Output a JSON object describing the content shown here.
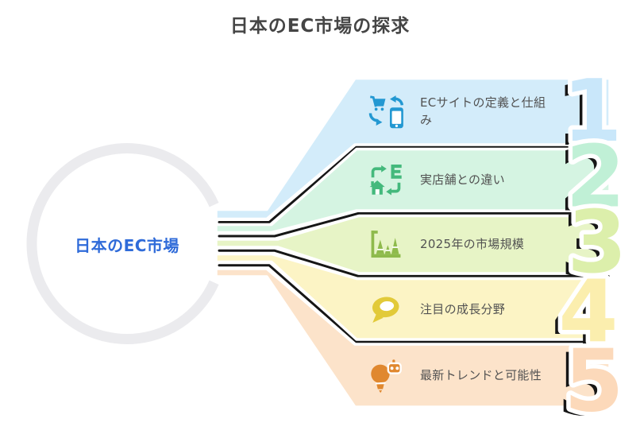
{
  "title": "日本のEC市場の探求",
  "center": {
    "label": "日本のEC市場"
  },
  "colors": {
    "title_text": "#454545",
    "label_text": "#525252",
    "center_text": "#2f6bd9",
    "ring": "#ebebee",
    "ink": "#161616"
  },
  "items": [
    {
      "number": "1",
      "label": "ECサイトの定義と仕組\nみ",
      "icon": "cart-phone-sync-icon",
      "band_color": "#d3ecfa",
      "number_color": "#c9e7fa",
      "icon_color": "#2398d2"
    },
    {
      "number": "2",
      "label": "実店舗との違い",
      "icon": "store-home-exchange-icon",
      "band_color": "#d5f4e2",
      "number_color": "#c0f0d6",
      "icon_color": "#44b97c"
    },
    {
      "number": "3",
      "label": "2025年の市場規模",
      "icon": "growth-chart-icon",
      "band_color": "#e7f4c6",
      "number_color": "#dcefab",
      "icon_color": "#8eba4c"
    },
    {
      "number": "4",
      "label": "注目の成長分野",
      "icon": "speech-bubble-icon",
      "band_color": "#fcf4c5",
      "number_color": "#fbeeae",
      "icon_color": "#e2ca39"
    },
    {
      "number": "5",
      "label": "最新トレンドと可能性",
      "icon": "idea-bulb-robot-icon",
      "band_color": "#fce3ca",
      "number_color": "#fcd9ba",
      "icon_color": "#e0882f"
    }
  ]
}
